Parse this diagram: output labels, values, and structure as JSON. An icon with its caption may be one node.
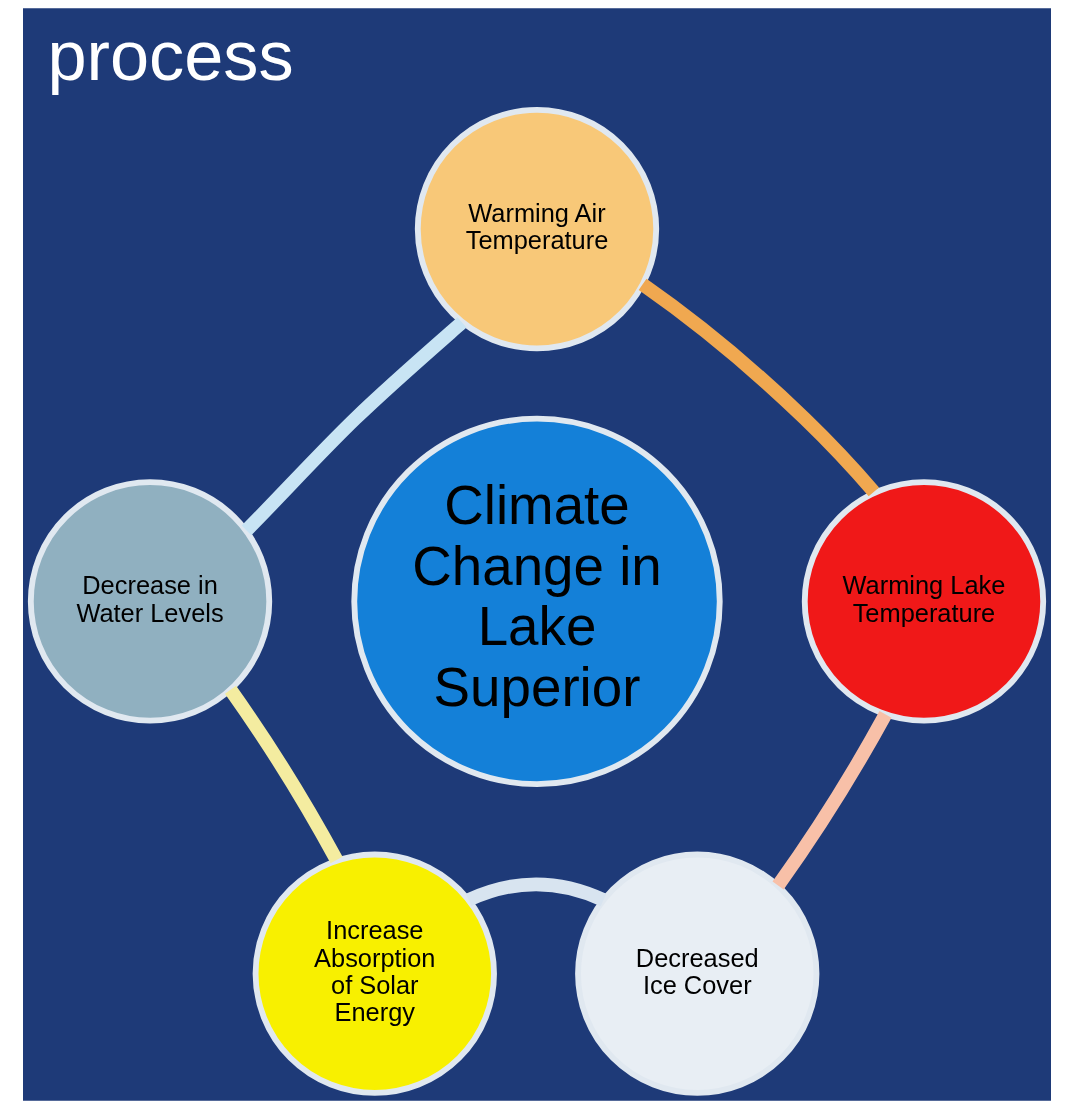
{
  "diagram": {
    "title": "process",
    "nodes": [
      {
        "text": [
          "Climate Change in Lake Superior"
        ]
      },
      {
        "text": [
          "Warming Air Temperature"
        ]
      },
      {
        "text": [
          "Warming Lake Temperature"
        ]
      },
      {
        "text": [
          "Decreased Ice Cover"
        ]
      },
      {
        "text": [
          "Increase Absorption of Solar Energy"
        ]
      },
      {
        "text": [
          "Decrease in Water Levels"
        ]
      }
    ],
    "edges": [
      {
        "from": 1,
        "to": 2,
        "arrow": "none",
        "color": "#f0a850"
      },
      {
        "from": 2,
        "to": 3,
        "arrow": "none",
        "color": "#f8c0a8"
      },
      {
        "from": 3,
        "to": 4,
        "arrow": "none",
        "color": "#d8e4f0"
      },
      {
        "from": 4,
        "to": 5,
        "arrow": "none",
        "color": "#f4eca0"
      },
      {
        "from": 5,
        "to": 1,
        "arrow": "none",
        "color": "#c8e4f4"
      }
    ]
  }
}
